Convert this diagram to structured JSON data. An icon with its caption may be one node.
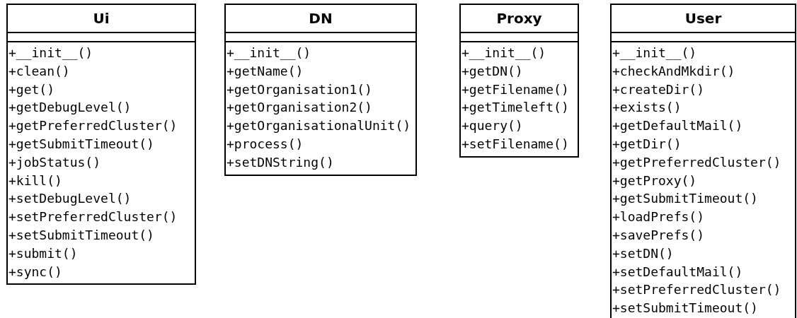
{
  "diagram": {
    "nodes": [
      {
        "text": [
          "Ui",
          "+__init__()",
          "+clean()",
          "+get()",
          "+getDebugLevel()",
          "+getPreferredCluster()",
          "+getSubmitTimeout()",
          "+jobStatus()",
          "+kill()",
          "+setDebugLevel()",
          "+setPreferredCluster()",
          "+setSubmitTimeout()",
          "+submit()",
          "+sync()"
        ]
      },
      {
        "text": [
          "DN",
          "+__init__()",
          "+getName()",
          "+getOrganisation1()",
          "+getOrganisation2()",
          "+getOrganisationalUnit()",
          "+process()",
          "+setDNString()"
        ]
      },
      {
        "text": [
          "Proxy",
          "+__init__()",
          "+getDN()",
          "+getFilename()",
          "+getTimeleft()",
          "+query()",
          "+setFilename()"
        ]
      },
      {
        "text": [
          "User",
          "+__init__()",
          "+checkAndMkdir()",
          "+createDir()",
          "+exists()",
          "+getDefaultMail()",
          "+getDir()",
          "+getPreferredCluster()",
          "+getProxy()",
          "+getSubmitTimeout()",
          "+loadPrefs()",
          "+savePrefs()",
          "+setDN()",
          "+setDefaultMail()",
          "+setPreferredCluster()",
          "+setSubmitTimeout()"
        ]
      }
    ]
  }
}
